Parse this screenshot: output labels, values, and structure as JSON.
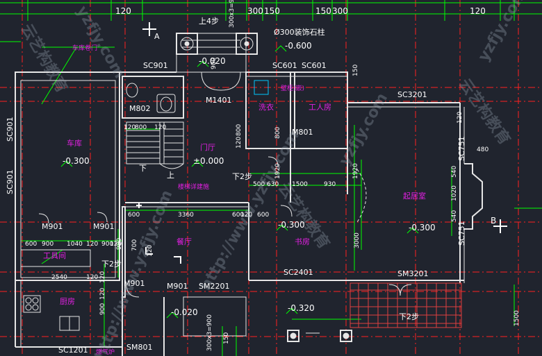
{
  "rooms": {
    "garage": "车库",
    "foyer": "门厅",
    "laundry": "洗衣",
    "utility": "工人房",
    "living": "起居室",
    "dining": "餐厅",
    "study": "书房",
    "kitchen": "厨房",
    "service_room": "工具间"
  },
  "elevations": {
    "garage": "-0.300",
    "foyer": "±0.000",
    "study": "-0.300",
    "living": "-0.300",
    "porch": "-0.020",
    "entry": "-0.600",
    "dining_out": "-0.020",
    "back": "-0.320"
  },
  "openings": {
    "garage_door": "车库卷门",
    "sc901_top": "SC901",
    "sc901_left_a": "SC901",
    "sc901_left_b": "SC901",
    "sc601_a": "SC601",
    "sc601_b": "SC601",
    "m802": "M802",
    "m1401": "M1401",
    "m801": "M801",
    "sc3201": "SC3201",
    "sc751_a": "SC751",
    "sc751_b": "SC751",
    "m901_a": "M901",
    "m901_b": "M901",
    "m901_c": "M901",
    "m901_d": "M901",
    "sm2201": "SM2201",
    "sc2401": "SC2401",
    "sm3201": "SM3201",
    "sc1201": "SC1201",
    "sm801": "SM801"
  },
  "notes": {
    "stairs_top": "上4步",
    "stairs_top_calc": "300x3=900",
    "column": "Ø300装饰石柱",
    "cabinet": "壁柜(嵌)",
    "stair_detail": "楼梯详建施",
    "down2_a": "下2步",
    "down2_b": "下2步",
    "down2_c": "下2步",
    "up_label": "上",
    "down_label": "下",
    "vent": "燃气炉",
    "bottom_steps_calc": "300x3=900"
  },
  "dimensions": {
    "top_a": "120",
    "top_b": "300",
    "top_c": "150",
    "top_d": "150",
    "top_e": "300",
    "top_f": "120",
    "d800": "800",
    "d120a": "120",
    "d900": "900",
    "d120b": "120",
    "d600a": "600",
    "d3360": "3360",
    "d600b": "600",
    "d600c": "600",
    "d120c": "120",
    "d600d": "600",
    "d900b": "900",
    "d1040": "1040",
    "d120d": "120",
    "d900c": "900",
    "d120e": "120",
    "d2540": "2540",
    "d120f": "120",
    "d500": "500",
    "d630": "630",
    "d1500": "1500",
    "d930": "930",
    "d1920a": "1920",
    "d1920b": "1920",
    "d800v": "800",
    "d120v": "120",
    "d900v": "900",
    "d700v": "700",
    "d480": "480",
    "d540a": "540",
    "d1020": "1020",
    "d540b": "540",
    "d3000": "3000",
    "d1500v": "1500",
    "d150v": "150",
    "d120g": "120",
    "d120h": "120",
    "d800b": "800",
    "d120i": "120",
    "d120j": "120",
    "d900d": "900",
    "d150b": "150"
  },
  "axes": {
    "a": "A",
    "b": "B"
  },
  "watermarks": {
    "w1": "http://www.yzfjy.com",
    "w2": "云艺构教育",
    "w3": "yzfjy.com",
    "w4": "云艺构教育",
    "w5": "yzfjy.com",
    "w6": "云艺构教育",
    "w7": "http://www.yzfjy.com",
    "w8": "yzfjy.com"
  },
  "colors": {
    "background": "#20242e",
    "walls": "#e6e6e6",
    "dimension_lines": "#00ff00",
    "axis_lines": "#ff2020",
    "labels": "#e020e0",
    "cyan": "#00c8ff"
  }
}
